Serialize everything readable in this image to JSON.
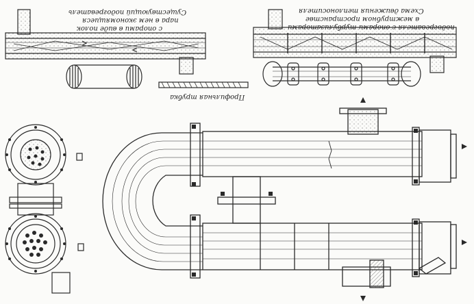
{
  "figure": {
    "captions": {
      "top_left_line1": "Существующий подогреватель",
      "top_left_line2": "пара в нем экономящиеся",
      "top_left_line3": "с опорами в виде полок",
      "top_right_line1": "Схема движения теплоносителя",
      "top_right_line2": "в межтрубном пространстве",
      "top_right_line3": "подогревателя с опорами-турбулизаторами",
      "profile_tube": "Профильная трубка"
    },
    "colors": {
      "ink": "#2a2a2a",
      "paper": "#fbfbf9",
      "hatch": "#8a8a8a"
    }
  }
}
